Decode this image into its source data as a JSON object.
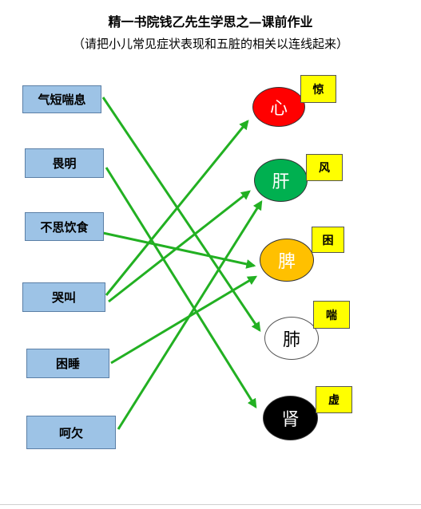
{
  "header": {
    "title": "精一书院钱乙先生学思之—课前作业",
    "subtitle": "（请把小儿常见症状表现和五脏的相关以连线起来）"
  },
  "symptoms": [
    {
      "label": "气短喘息"
    },
    {
      "label": "畏明"
    },
    {
      "label": "不思饮食"
    },
    {
      "label": "哭叫"
    },
    {
      "label": "困睡"
    },
    {
      "label": "呵欠"
    }
  ],
  "organs": [
    {
      "label": "心",
      "color": "#ff0000",
      "text_color": "#ffffff",
      "tag": "惊"
    },
    {
      "label": "肝",
      "color": "#00b050",
      "text_color": "#ffffff",
      "tag": "风"
    },
    {
      "label": "脾",
      "color": "#ffc000",
      "text_color": "#ffffff",
      "tag": "困"
    },
    {
      "label": "肺",
      "color": "#ffffff",
      "text_color": "#000000",
      "tag": "喘"
    },
    {
      "label": "肾",
      "color": "#000000",
      "text_color": "#ffffff",
      "tag": "虚"
    }
  ],
  "line_color": "#22b022"
}
